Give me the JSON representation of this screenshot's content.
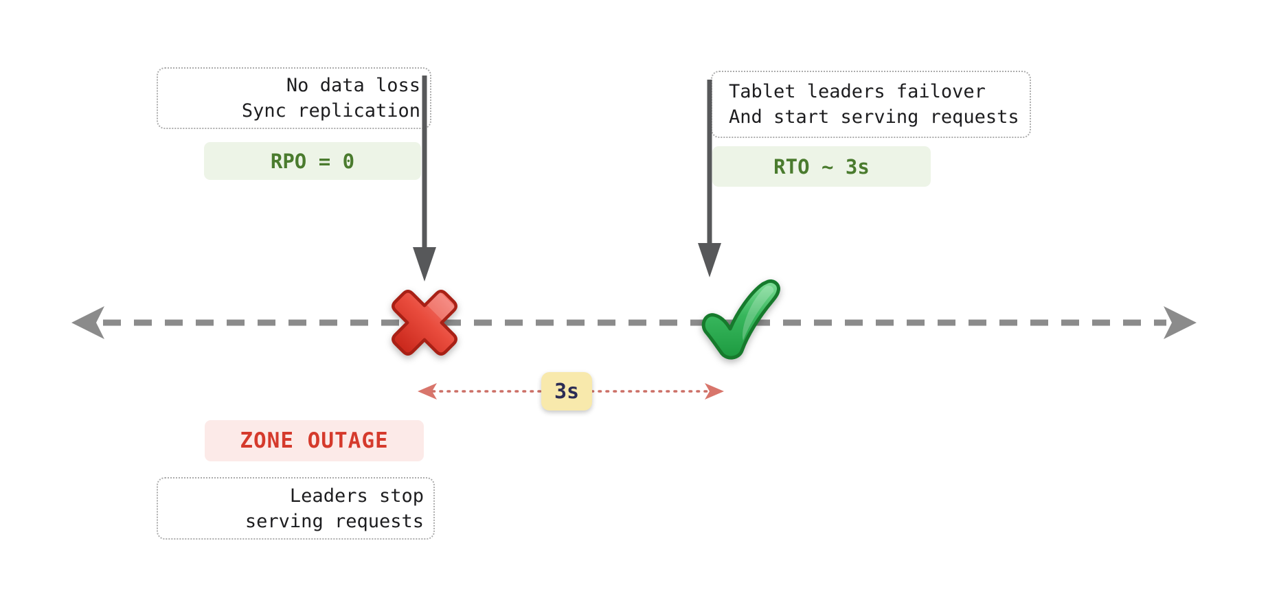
{
  "diagram": {
    "title_hint": "zone outage failover timeline",
    "notes": {
      "no_data_loss": {
        "line1": "No data loss",
        "line2": "Sync replication"
      },
      "failover": {
        "line1": "Tablet leaders failover",
        "line2": "And start serving requests"
      },
      "leaders_stop": {
        "line1": "Leaders stop",
        "line2": "serving requests"
      }
    },
    "badges": {
      "rpo": "RPO = 0",
      "rto": "RTO ~ 3s",
      "zone_outage": "ZONE OUTAGE"
    },
    "interval": {
      "label": "3s"
    },
    "icons": {
      "left_event": "cross-mark-icon",
      "right_event": "check-mark-icon",
      "event_pointers": "down-arrow-icon",
      "axis_ends": "left-arrow-icon / right-arrow-icon",
      "interval_line": "double-headed-dotted-arrow"
    },
    "colors": {
      "green_badge_bg": "#edf4e7",
      "green_badge_text": "#4a7b2e",
      "red_badge_bg": "#fceae8",
      "red_badge_text": "#d53a2c",
      "time_badge_bg": "#f8e9ac",
      "time_badge_text": "#2b2c55",
      "timeline_gray": "#8b8b8b",
      "pointer_arrow_gray": "#57585a",
      "interval_red": "#cc6f66",
      "cross_red": "#d7321f",
      "check_green": "#2ba24b",
      "note_border": "#ababab"
    }
  }
}
